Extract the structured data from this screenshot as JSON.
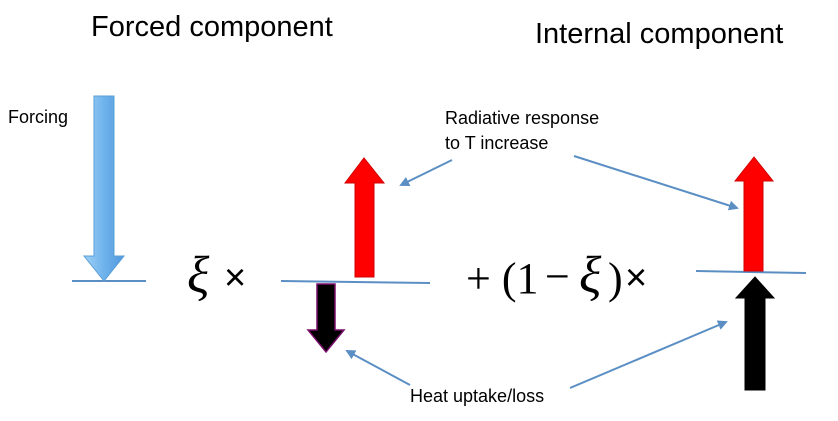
{
  "headings": {
    "forced": "Forced component",
    "internal": "Internal component"
  },
  "labels": {
    "forcing": "Forcing",
    "radiative_line1": "Radiative response",
    "radiative_line2": "to T increase",
    "heat": "Heat uptake/loss"
  },
  "math": {
    "xi": "ξ",
    "times": "×",
    "plus_open": "+ (1",
    "minus": "−",
    "close": ")"
  },
  "colors": {
    "forcing_arrow": "#6fb3ec",
    "radiative_arrow": "#ff0000",
    "heat_arrow": "#000000",
    "heat_arrow_outline": "#7a0f6a",
    "lines": "#5b8fc4"
  }
}
